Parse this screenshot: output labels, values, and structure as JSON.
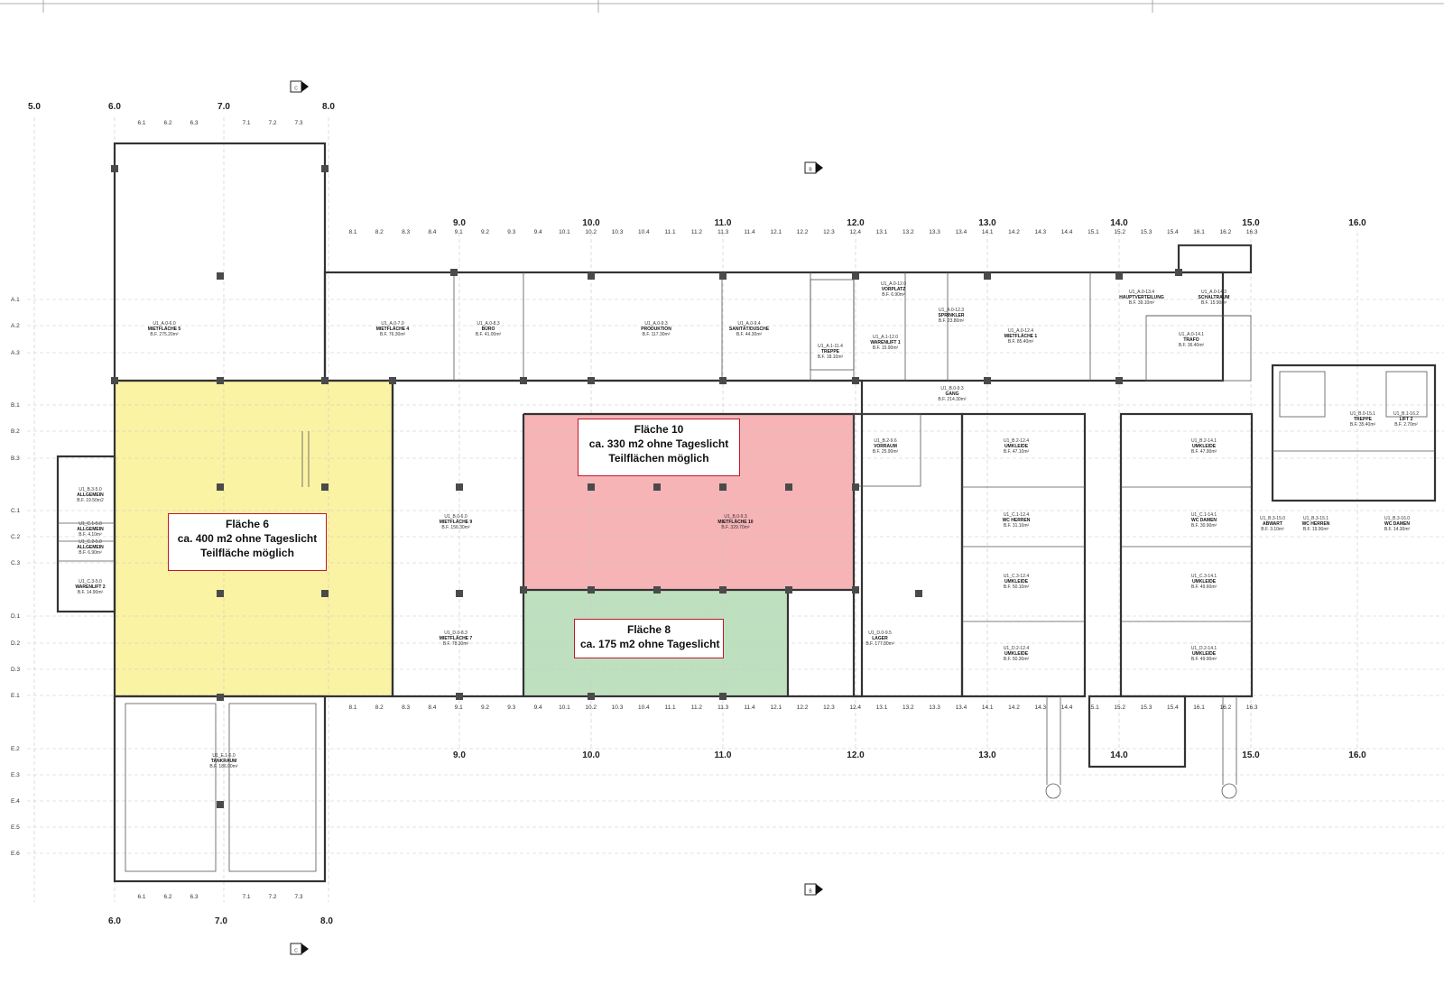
{
  "axes_top": [
    "5.0",
    "6.0",
    "7.0",
    "8.0"
  ],
  "axes_top_sub": [
    "6.1",
    "6.2",
    "6.3",
    "7.1",
    "7.2",
    "7.3"
  ],
  "axes_mid": [
    "9.0",
    "10.0",
    "11.0",
    "12.0",
    "13.0",
    "14.0",
    "15.0",
    "16.0"
  ],
  "axes_mid_sub": [
    "8.1",
    "8.2",
    "8.3",
    "8.4",
    "9.1",
    "9.2",
    "9.3",
    "9.4",
    "10.1",
    "10.2",
    "10.3",
    "10.4",
    "11.1",
    "11.2",
    "11.3",
    "11.4",
    "12.1",
    "12.2",
    "12.3",
    "12.4",
    "13.1",
    "13.2",
    "13.3",
    "13.4",
    "14.1",
    "14.2",
    "14.3",
    "14.4",
    "15.1",
    "15.2",
    "15.3",
    "15.4",
    "16.1",
    "16.2",
    "16.3"
  ],
  "axes_bottom": [
    "6.0",
    "7.0",
    "8.0"
  ],
  "rows_left": [
    "A.1",
    "A.2",
    "A.3",
    "B.1",
    "B.2",
    "B.3",
    "C.1",
    "C.2",
    "C.3",
    "D.1",
    "D.2",
    "D.3",
    "E.1",
    "E.2",
    "E.3",
    "E.4",
    "E.5",
    "E.6"
  ],
  "section_marks": [
    "C",
    "B",
    "B",
    "C"
  ],
  "callouts": {
    "flaeche6": [
      "Fläche 6",
      "ca. 400 m2 ohne  Tageslicht",
      "Teilfläche möglich"
    ],
    "flaeche10": [
      "Fläche 10",
      "ca. 330 m2 ohne Tageslicht",
      "Teilflächen möglich"
    ],
    "flaeche8": [
      "Fläche 8",
      "ca. 175 m2 ohne  Tageslicht"
    ]
  },
  "rooms": [
    {
      "id": "U1_A.0-6.0",
      "name": "MIETFLÄCHE 5",
      "area": "B.F. 275.20m²"
    },
    {
      "id": "U1_A.0-7.0",
      "name": "MIETFLÄCHE 4",
      "area": "B.F. 76.30m²"
    },
    {
      "id": "U1_A.0-8.3",
      "name": "BÜRO",
      "area": "B.F. 41.00m²"
    },
    {
      "id": "U1_A.0-9.3",
      "name": "PRODUKTION",
      "area": "B.F. 117.30m²"
    },
    {
      "id": "U1_A.0-9.4",
      "name": "SANITÄT/DUSCHE",
      "area": "B.F. 44.30m²"
    },
    {
      "id": "U1_A.1-11.4",
      "name": "TREPPE",
      "area": "B.F. 18.10m²"
    },
    {
      "id": "U1_A.0-12.0",
      "name": "VORPLATZ",
      "area": "B.F. 6.90m²"
    },
    {
      "id": "U1_A.1-12.0",
      "name": "WARENLIFT 1",
      "area": "B.F. 15.90m²"
    },
    {
      "id": "U1_A.0-12.3",
      "name": "SPRINKLER",
      "area": "B.F. 23.80m²"
    },
    {
      "id": "U1_A.0-12.4",
      "name": "MIETFLÄCHE 1",
      "area": "B.F. 85.40m²"
    },
    {
      "id": "U1_A.0-13.4",
      "name": "HAUPTVERTEILUNG",
      "area": "B.F. 39.10m²"
    },
    {
      "id": "U1_A.0-14.3",
      "name": "SCHALTRAUM",
      "area": "B.F. 15.90m²"
    },
    {
      "id": "U1_A.0-14.1",
      "name": "TRAFO",
      "area": "B.F. 36.40m²"
    },
    {
      "id": "U1_B.0-9.3",
      "name": "GANG",
      "area": "B.F. 214.30m²"
    },
    {
      "id": "U1_B.3-5.0",
      "name": "ALLGEMEIN",
      "area": "B.F. 19.50m2"
    },
    {
      "id": "U1_C.1-5.0",
      "name": "ALLGEMEIN",
      "area": "B.F. 4.10m²"
    },
    {
      "id": "U1_C.2-5.0",
      "name": "ALLGEMEIN",
      "area": "B.F. 6.90m²"
    },
    {
      "id": "U1_C.3-5.0",
      "name": "WARENLIFT 2",
      "area": "B.F. 14.90m²"
    },
    {
      "id": "U1_B.0-6.0",
      "name": "MIETFLÄCHE 9",
      "area": "B.F. 156.30m²"
    },
    {
      "id": "U1_B.0-9.3",
      "name": "MIETFLÄCHE 10",
      "area": "B.F. 329.70m²"
    },
    {
      "id": "U1_B.2-9.6",
      "name": "VORRAUM",
      "area": "B.F. 25.90m²"
    },
    {
      "id": "U1_D.0-8.3",
      "name": "MIETFLÄCHE 7",
      "area": "B.F. 78.30m²"
    },
    {
      "id": "U1_D.0-9.5",
      "name": "LAGER",
      "area": "B.F. 177.80m²"
    },
    {
      "id": "U1_B.2-12.4",
      "name": "UMKLEIDE",
      "area": "B.F. 47.10m²"
    },
    {
      "id": "U1_C.1-12.4",
      "name": "WC HERREN",
      "area": "B.F. 31.10m²"
    },
    {
      "id": "U1_C.3-12.4",
      "name": "UMKLEIDE",
      "area": "B.F. 50.10m²"
    },
    {
      "id": "U1_D.2-12.4",
      "name": "UMKLEIDE",
      "area": "B.F. 50.30m²"
    },
    {
      "id": "U1_B.2-14.1",
      "name": "UMKLEIDE",
      "area": "B.F. 47.90m²"
    },
    {
      "id": "U1_C.1-14.1",
      "name": "WC DAMEN",
      "area": "B.F. 30.90m²"
    },
    {
      "id": "U1_C.3-14.1",
      "name": "UMKLEIDE",
      "area": "B.F. 49.60m²"
    },
    {
      "id": "U1_D.2-14.1",
      "name": "UMKLEIDE",
      "area": "B.F. 49.90m²"
    },
    {
      "id": "U1_B.0-15.1",
      "name": "TREPPE",
      "area": "B.F. 35.40m²"
    },
    {
      "id": "U1_B.1-16.2",
      "name": "LIFT 2",
      "area": "B.F. 2.70m²"
    },
    {
      "id": "U1_B.3-15.0",
      "name": "ABWART",
      "area": "B.F. 3.10m²"
    },
    {
      "id": "U1_B.3-15.1",
      "name": "WC HERREN",
      "area": "B.F. 19.90m²"
    },
    {
      "id": "U1_B.3-16.0",
      "name": "WC DAMEN",
      "area": "B.F. 14.30m²"
    },
    {
      "id": "U1_E.1-6.0",
      "name": "TANKRAUM",
      "area": "B.F. 186.00m²"
    }
  ],
  "colors": {
    "flaeche6": "#fbf3a4",
    "flaeche10": "#f6b4b6",
    "flaeche8": "#bfe0bf",
    "callout_border": "#c0182a"
  }
}
